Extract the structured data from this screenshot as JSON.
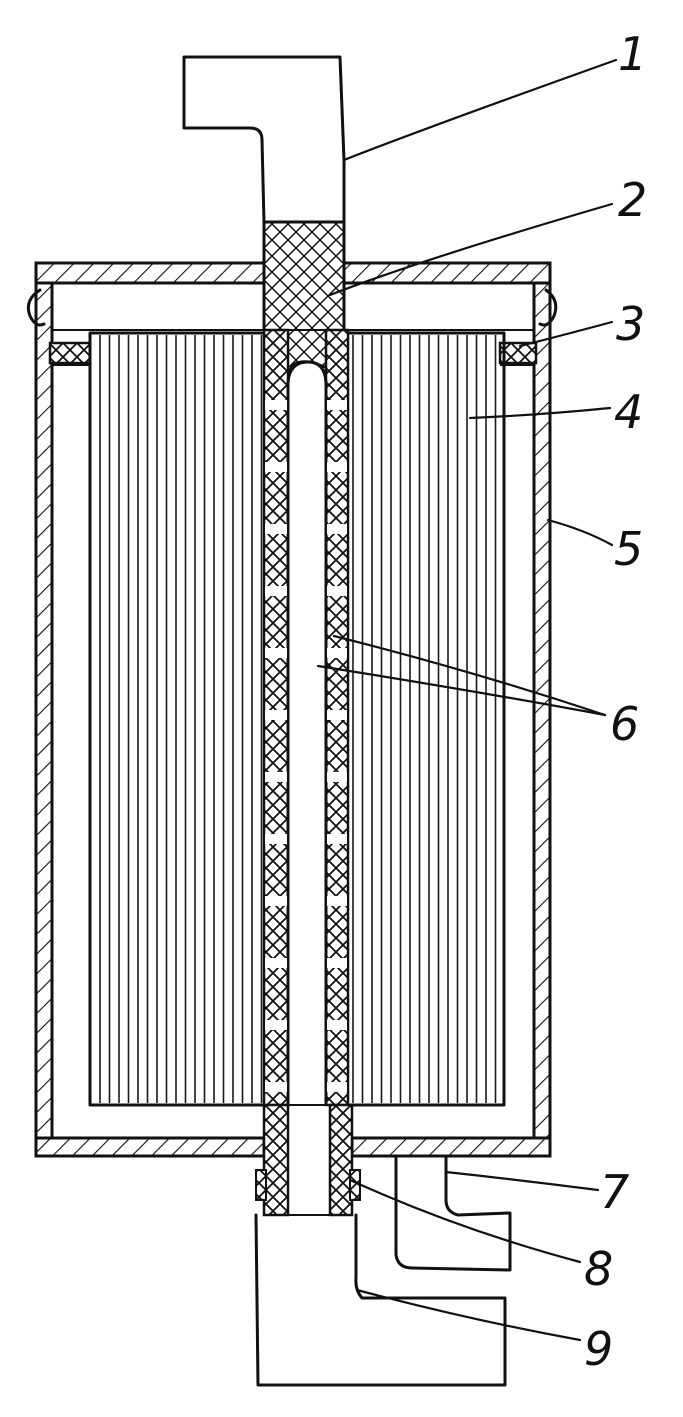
{
  "labels": [
    "1",
    "2",
    "3",
    "4",
    "5",
    "6",
    "7",
    "8",
    "9"
  ],
  "colors": {
    "ink": "#111111",
    "paper": "#ffffff"
  }
}
